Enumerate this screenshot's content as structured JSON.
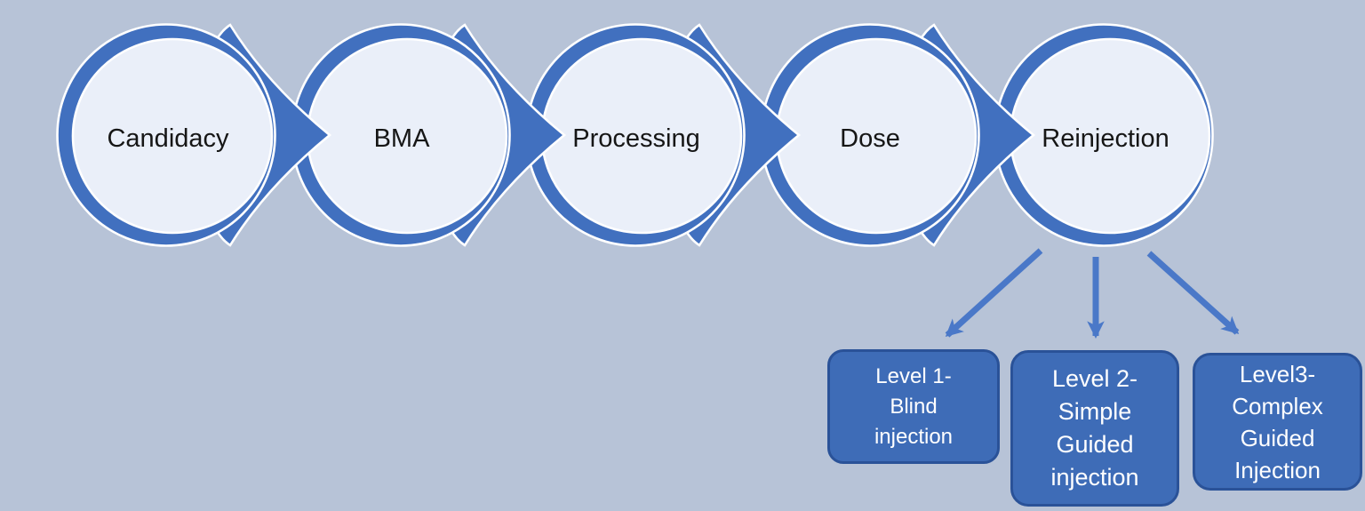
{
  "diagram": {
    "type": "process-flow",
    "nodes": [
      {
        "label": "Candidacy"
      },
      {
        "label": "BMA"
      },
      {
        "label": "Processing"
      },
      {
        "label": "Dose"
      },
      {
        "label": "Reinjection"
      }
    ],
    "levels": [
      {
        "lines": [
          "Level 1-",
          "Blind",
          "injection"
        ]
      },
      {
        "lines": [
          "Level 2-",
          "Simple",
          "Guided",
          "injection"
        ]
      },
      {
        "lines": [
          "Level3-",
          "Complex",
          "Guided",
          "Injection"
        ]
      }
    ],
    "colors": {
      "background": "#b7c3d7",
      "ring": "#4170bf",
      "wedge": "#4170bf",
      "node_fill": "#eaeff9",
      "node_label": "#161616",
      "arrow": "#4a78c8",
      "box_fill": "#3e6cb7",
      "box_border": "#2a5298",
      "box_text": "#ffffff",
      "outline": "#ffffff"
    }
  }
}
